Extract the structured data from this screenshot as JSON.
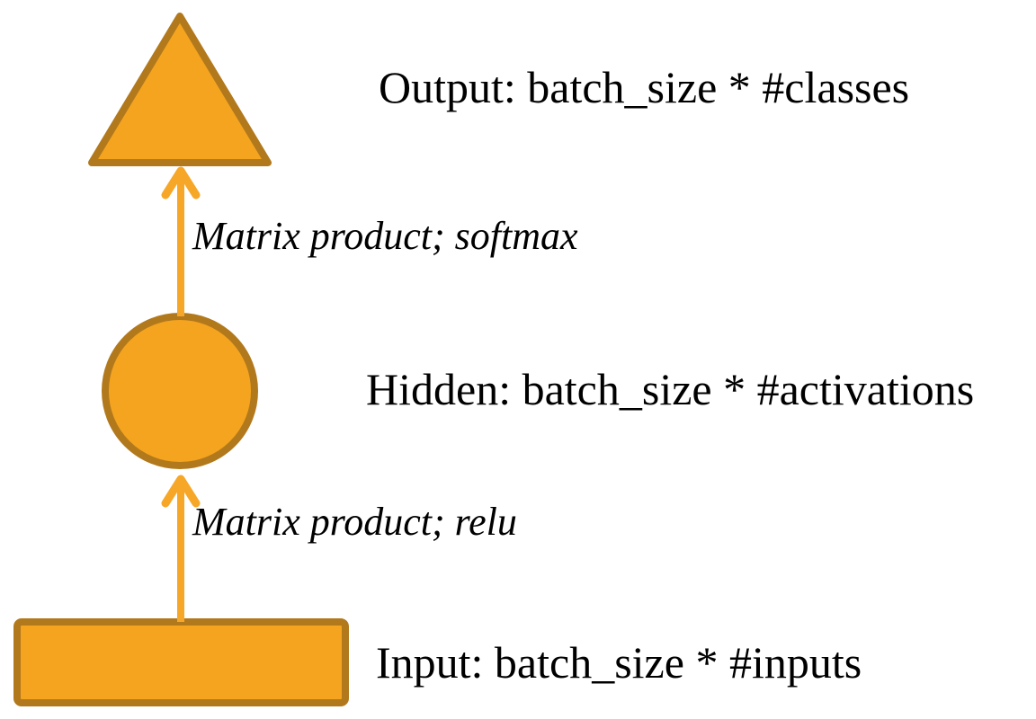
{
  "diagram": {
    "type": "neural-network-layers",
    "nodes": [
      {
        "id": "output",
        "shape": "triangle",
        "label": "Output: batch_size * #classes"
      },
      {
        "id": "hidden",
        "shape": "circle",
        "label": "Hidden: batch_size * #activations"
      },
      {
        "id": "input",
        "shape": "rectangle",
        "label": "Input: batch_size * #inputs"
      }
    ],
    "edges": [
      {
        "from": "hidden",
        "to": "output",
        "label": "Matrix product; softmax"
      },
      {
        "from": "input",
        "to": "hidden",
        "label": "Matrix product; relu"
      }
    ],
    "colors": {
      "node_fill": "#F5A41F",
      "node_stroke": "#B2791C",
      "arrow": "#F7A728",
      "text": "#000000",
      "background": "#FFFFFF"
    }
  }
}
